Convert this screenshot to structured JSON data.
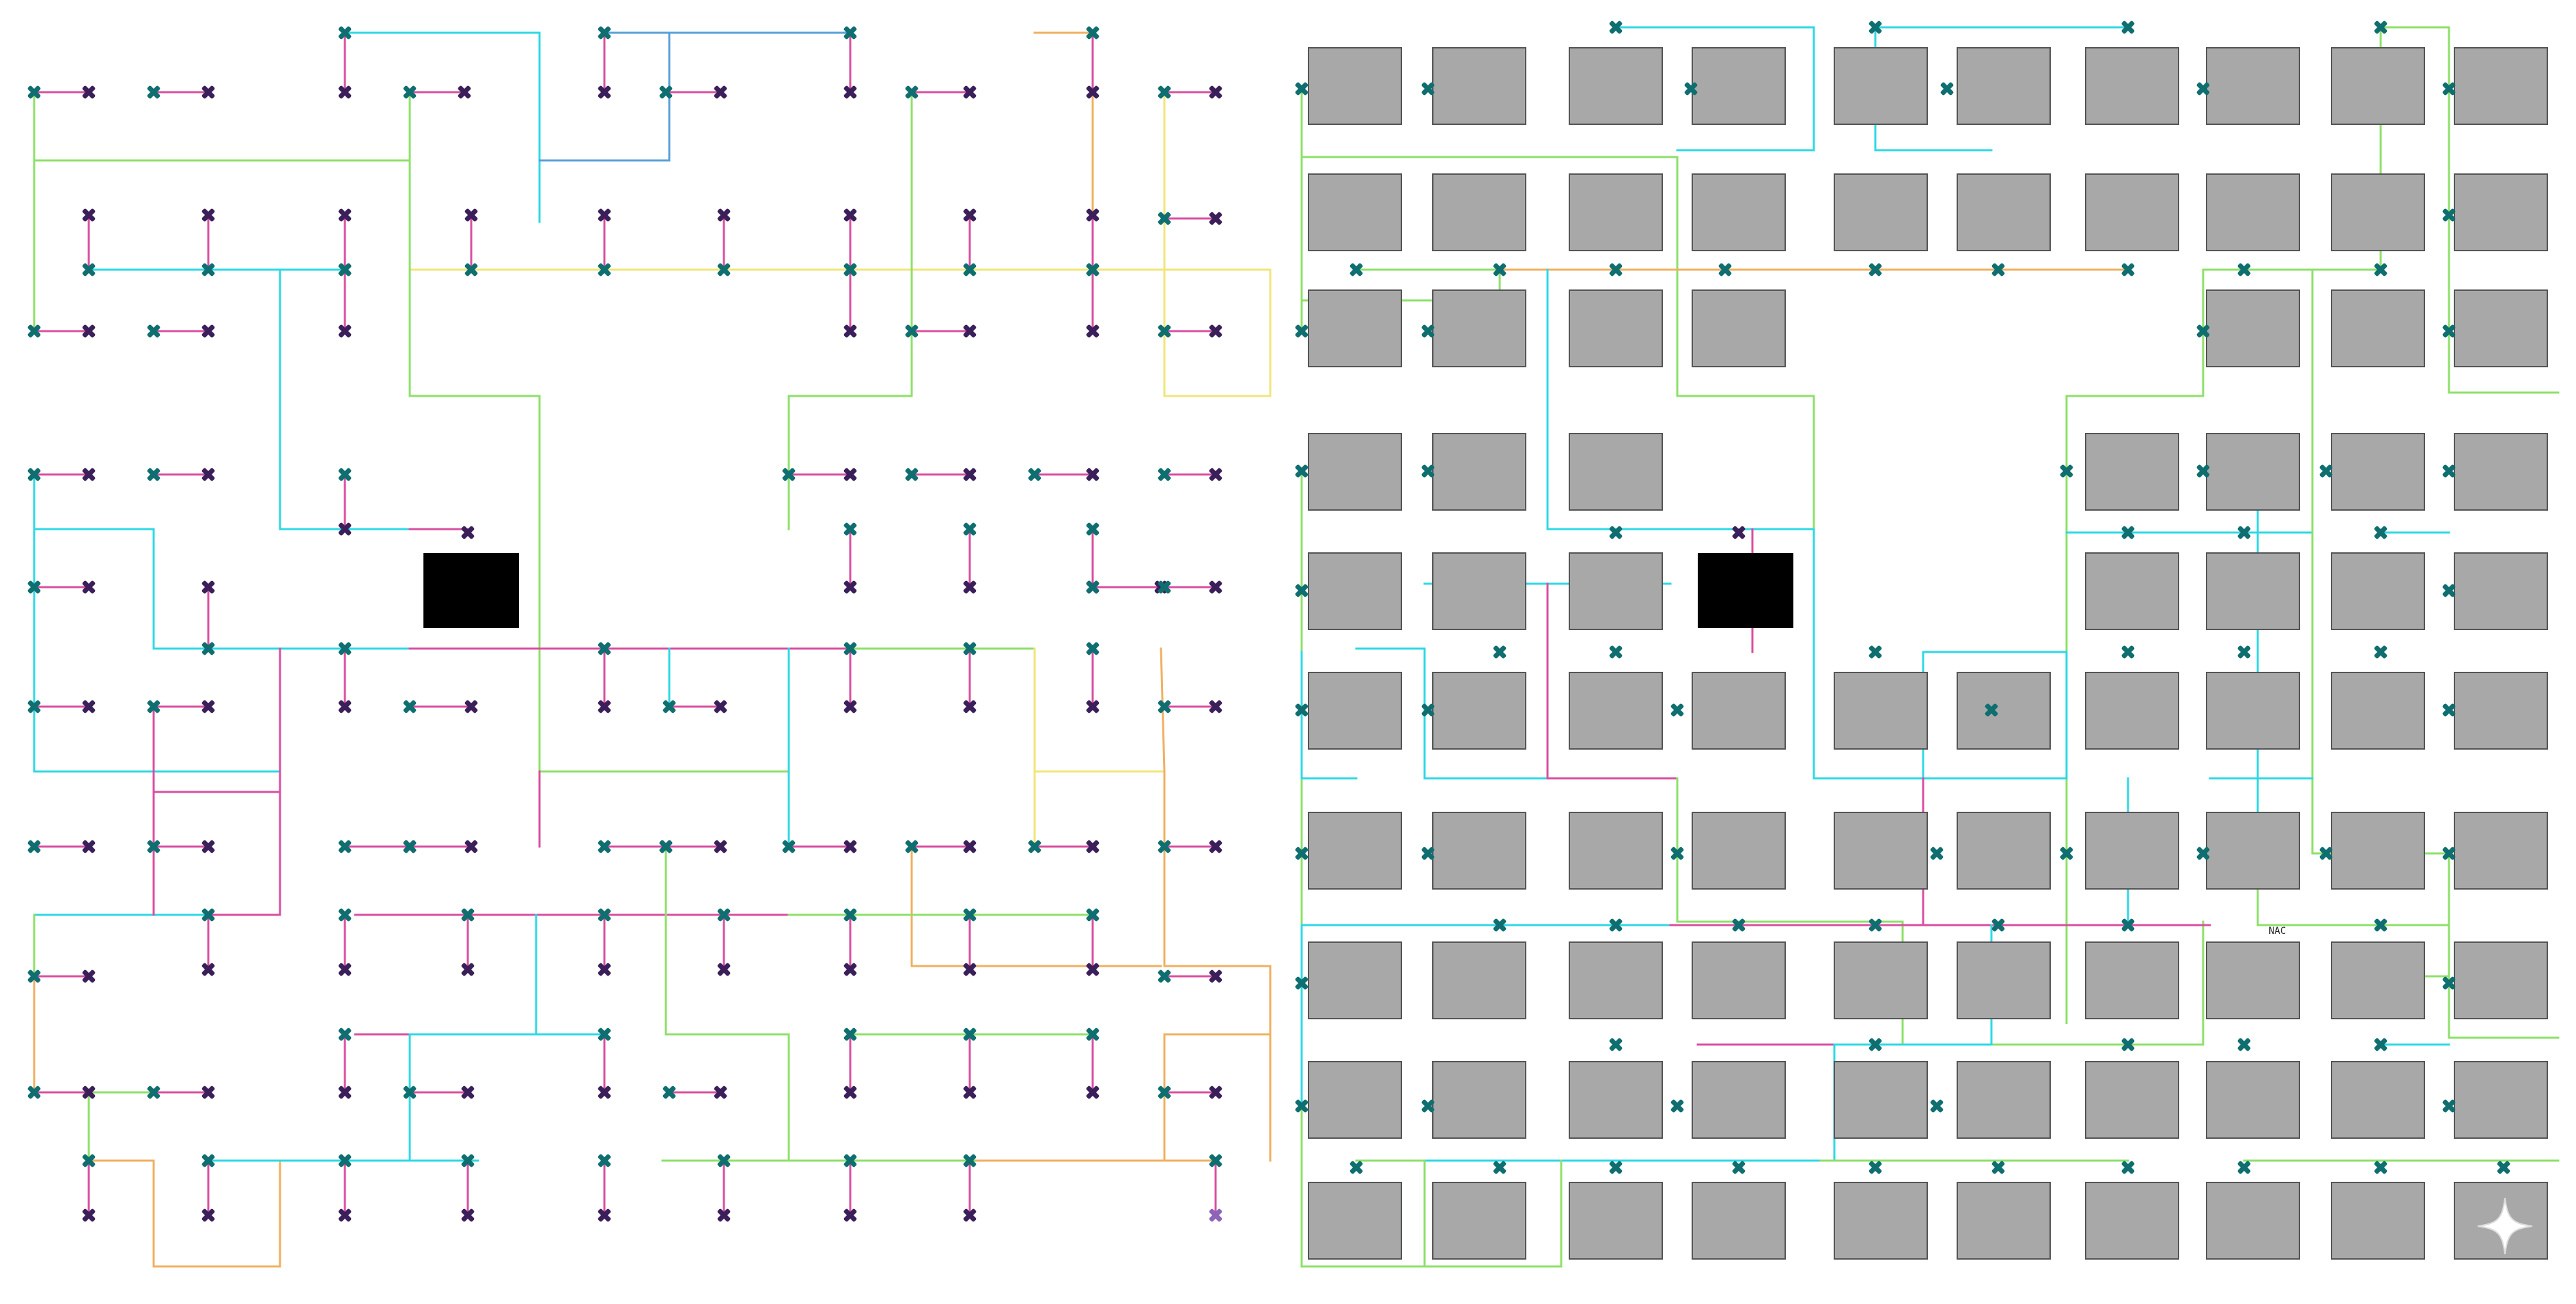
{
  "colors": {
    "background": "#ffffff",
    "node_teal": "#0f6e70",
    "node_purple": "#3b1f5a",
    "node_lavender": "#8c64b8",
    "block_black": "#000000",
    "cell_fill": "#a8a8a8",
    "cell_stroke": "#555555",
    "wire_cyan": "#2fd8e4",
    "wire_green": "#8ee06a",
    "wire_magenta": "#d94fa0",
    "wire_yellow": "#f0e67a",
    "wire_orange": "#f0b060",
    "wire_blue": "#5aa0d8"
  },
  "left_panel": {
    "name": "sparse-routing-view",
    "legend": "",
    "blocked_macro": "black-square"
  },
  "right_panel": {
    "name": "placed-cells-routing-view",
    "cell_grid": {
      "columns": 10,
      "rows": 10
    },
    "annotation_text": "NAC",
    "blocked_macro": "black-square",
    "corner_mark": "sparkle-icon"
  }
}
